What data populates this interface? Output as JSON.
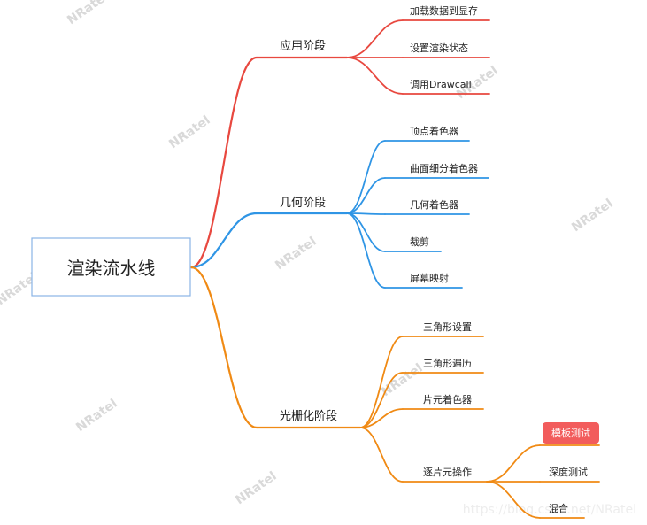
{
  "diagram": {
    "root": {
      "label": "渲染流水线"
    },
    "branches": [
      {
        "id": "app",
        "label": "应用阶段",
        "color": "#e8483f",
        "children": [
          {
            "label": "加载数据到显存"
          },
          {
            "label": "设置渲染状态"
          },
          {
            "label": "调用Drawcall"
          }
        ]
      },
      {
        "id": "geo",
        "label": "几何阶段",
        "color": "#2f95e5",
        "children": [
          {
            "label": "顶点着色器"
          },
          {
            "label": "曲面细分着色器"
          },
          {
            "label": "几何着色器"
          },
          {
            "label": "裁剪"
          },
          {
            "label": "屏幕映射"
          }
        ]
      },
      {
        "id": "ras",
        "label": "光栅化阶段",
        "color": "#f08a14",
        "children": [
          {
            "label": "三角形设置"
          },
          {
            "label": "三角形遍历"
          },
          {
            "label": "片元着色器"
          },
          {
            "label": "逐片元操作",
            "children": [
              {
                "label": "模板测试",
                "highlight": true,
                "highlight_color": "#f25c5c"
              },
              {
                "label": "深度测试"
              },
              {
                "label": "混合"
              }
            ]
          }
        ]
      }
    ]
  },
  "watermark": {
    "text": "NRatel",
    "url": "https://blog.csdn.net/NRatel"
  }
}
